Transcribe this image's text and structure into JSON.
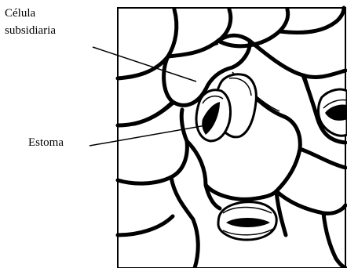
{
  "labels": {
    "subsidiary_cell_line1": "Célula",
    "subsidiary_cell_line2": "subsidiaria",
    "stoma": "Estoma"
  }
}
